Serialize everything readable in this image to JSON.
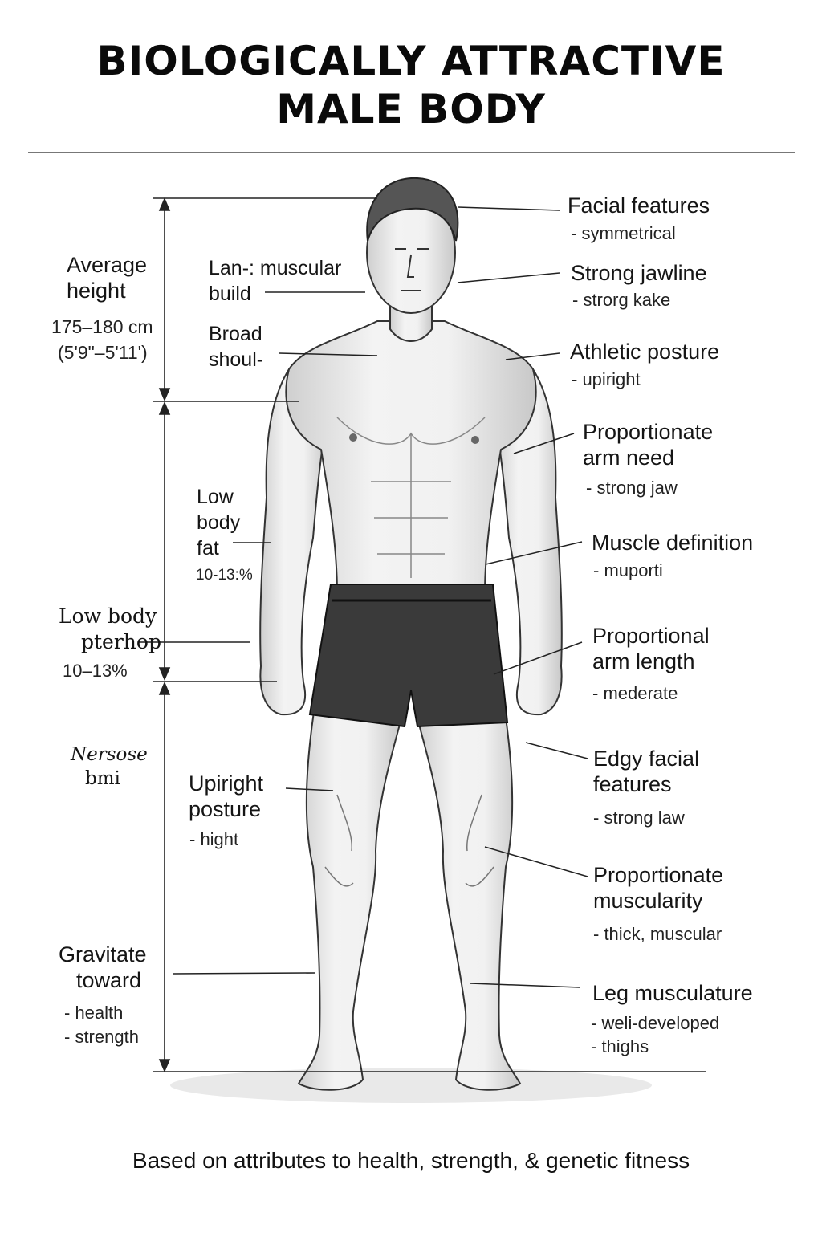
{
  "title": {
    "line1": "BIOLOGICALLY ATTRACTIVE",
    "line2": "MALE BODY"
  },
  "left_labels": {
    "avg_height": {
      "line1": "Average",
      "line2": "height",
      "value1": "175–180 cm",
      "value2": "(5'9\"–5'11')"
    },
    "lean_build": {
      "line1": "Lan-: muscular",
      "line2": "build"
    },
    "broad_shoulders": {
      "line1": "Broad",
      "line2": "shoul-"
    },
    "low_body_fat_inner": {
      "line1": "Low",
      "line2": "body",
      "line3": "fat",
      "value": "10-13:%"
    },
    "low_body_fat_outer": {
      "line1": "Low body",
      "line2": "pterhop",
      "value": "10–13%"
    },
    "bmi": {
      "line1": "Nersose",
      "line2": "bmi"
    },
    "upright_posture": {
      "line1": "Upiright",
      "line2": "posture",
      "sub": "- hight"
    },
    "gravitate": {
      "line1": "Gravitate",
      "line2": "toward",
      "sub1": "- health",
      "sub2": "- strength"
    }
  },
  "right_labels": {
    "facial_features": {
      "title": "Facial features",
      "sub": "- symmetrical"
    },
    "strong_jawline": {
      "title": "Strong jawline",
      "sub": "- strorg kake"
    },
    "athletic_posture": {
      "title": "Athletic posture",
      "sub": "- upiright"
    },
    "proportionate_arm": {
      "line1": "Proportionate",
      "line2": "arm need",
      "sub": "- strong jaw"
    },
    "muscle_definition": {
      "title": "Muscle definition",
      "sub": "- muporti"
    },
    "proportional_arm_length": {
      "line1": "Proportional",
      "line2": "arm length",
      "sub": "- mederate"
    },
    "edgy_facial": {
      "line1": "Edgy facial",
      "line2": "features",
      "sub": "- strong law"
    },
    "proportionate_muscularity": {
      "line1": "Proportionate",
      "line2": "muscularity",
      "sub": "- thick, muscular"
    },
    "leg_musculature": {
      "title": "Leg musculature",
      "sub1": "- weli-developed",
      "sub2": "- thighs"
    }
  },
  "footer": "Based on attributes to health, strength, & genetic fitness"
}
